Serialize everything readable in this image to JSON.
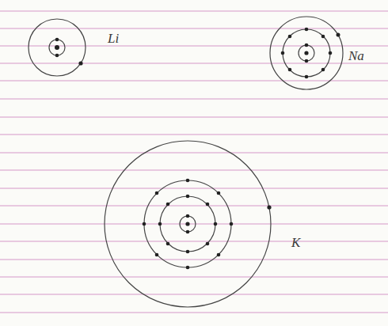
{
  "diagram": {
    "labels": [
      "Li",
      "Na",
      "K"
    ]
  }
}
